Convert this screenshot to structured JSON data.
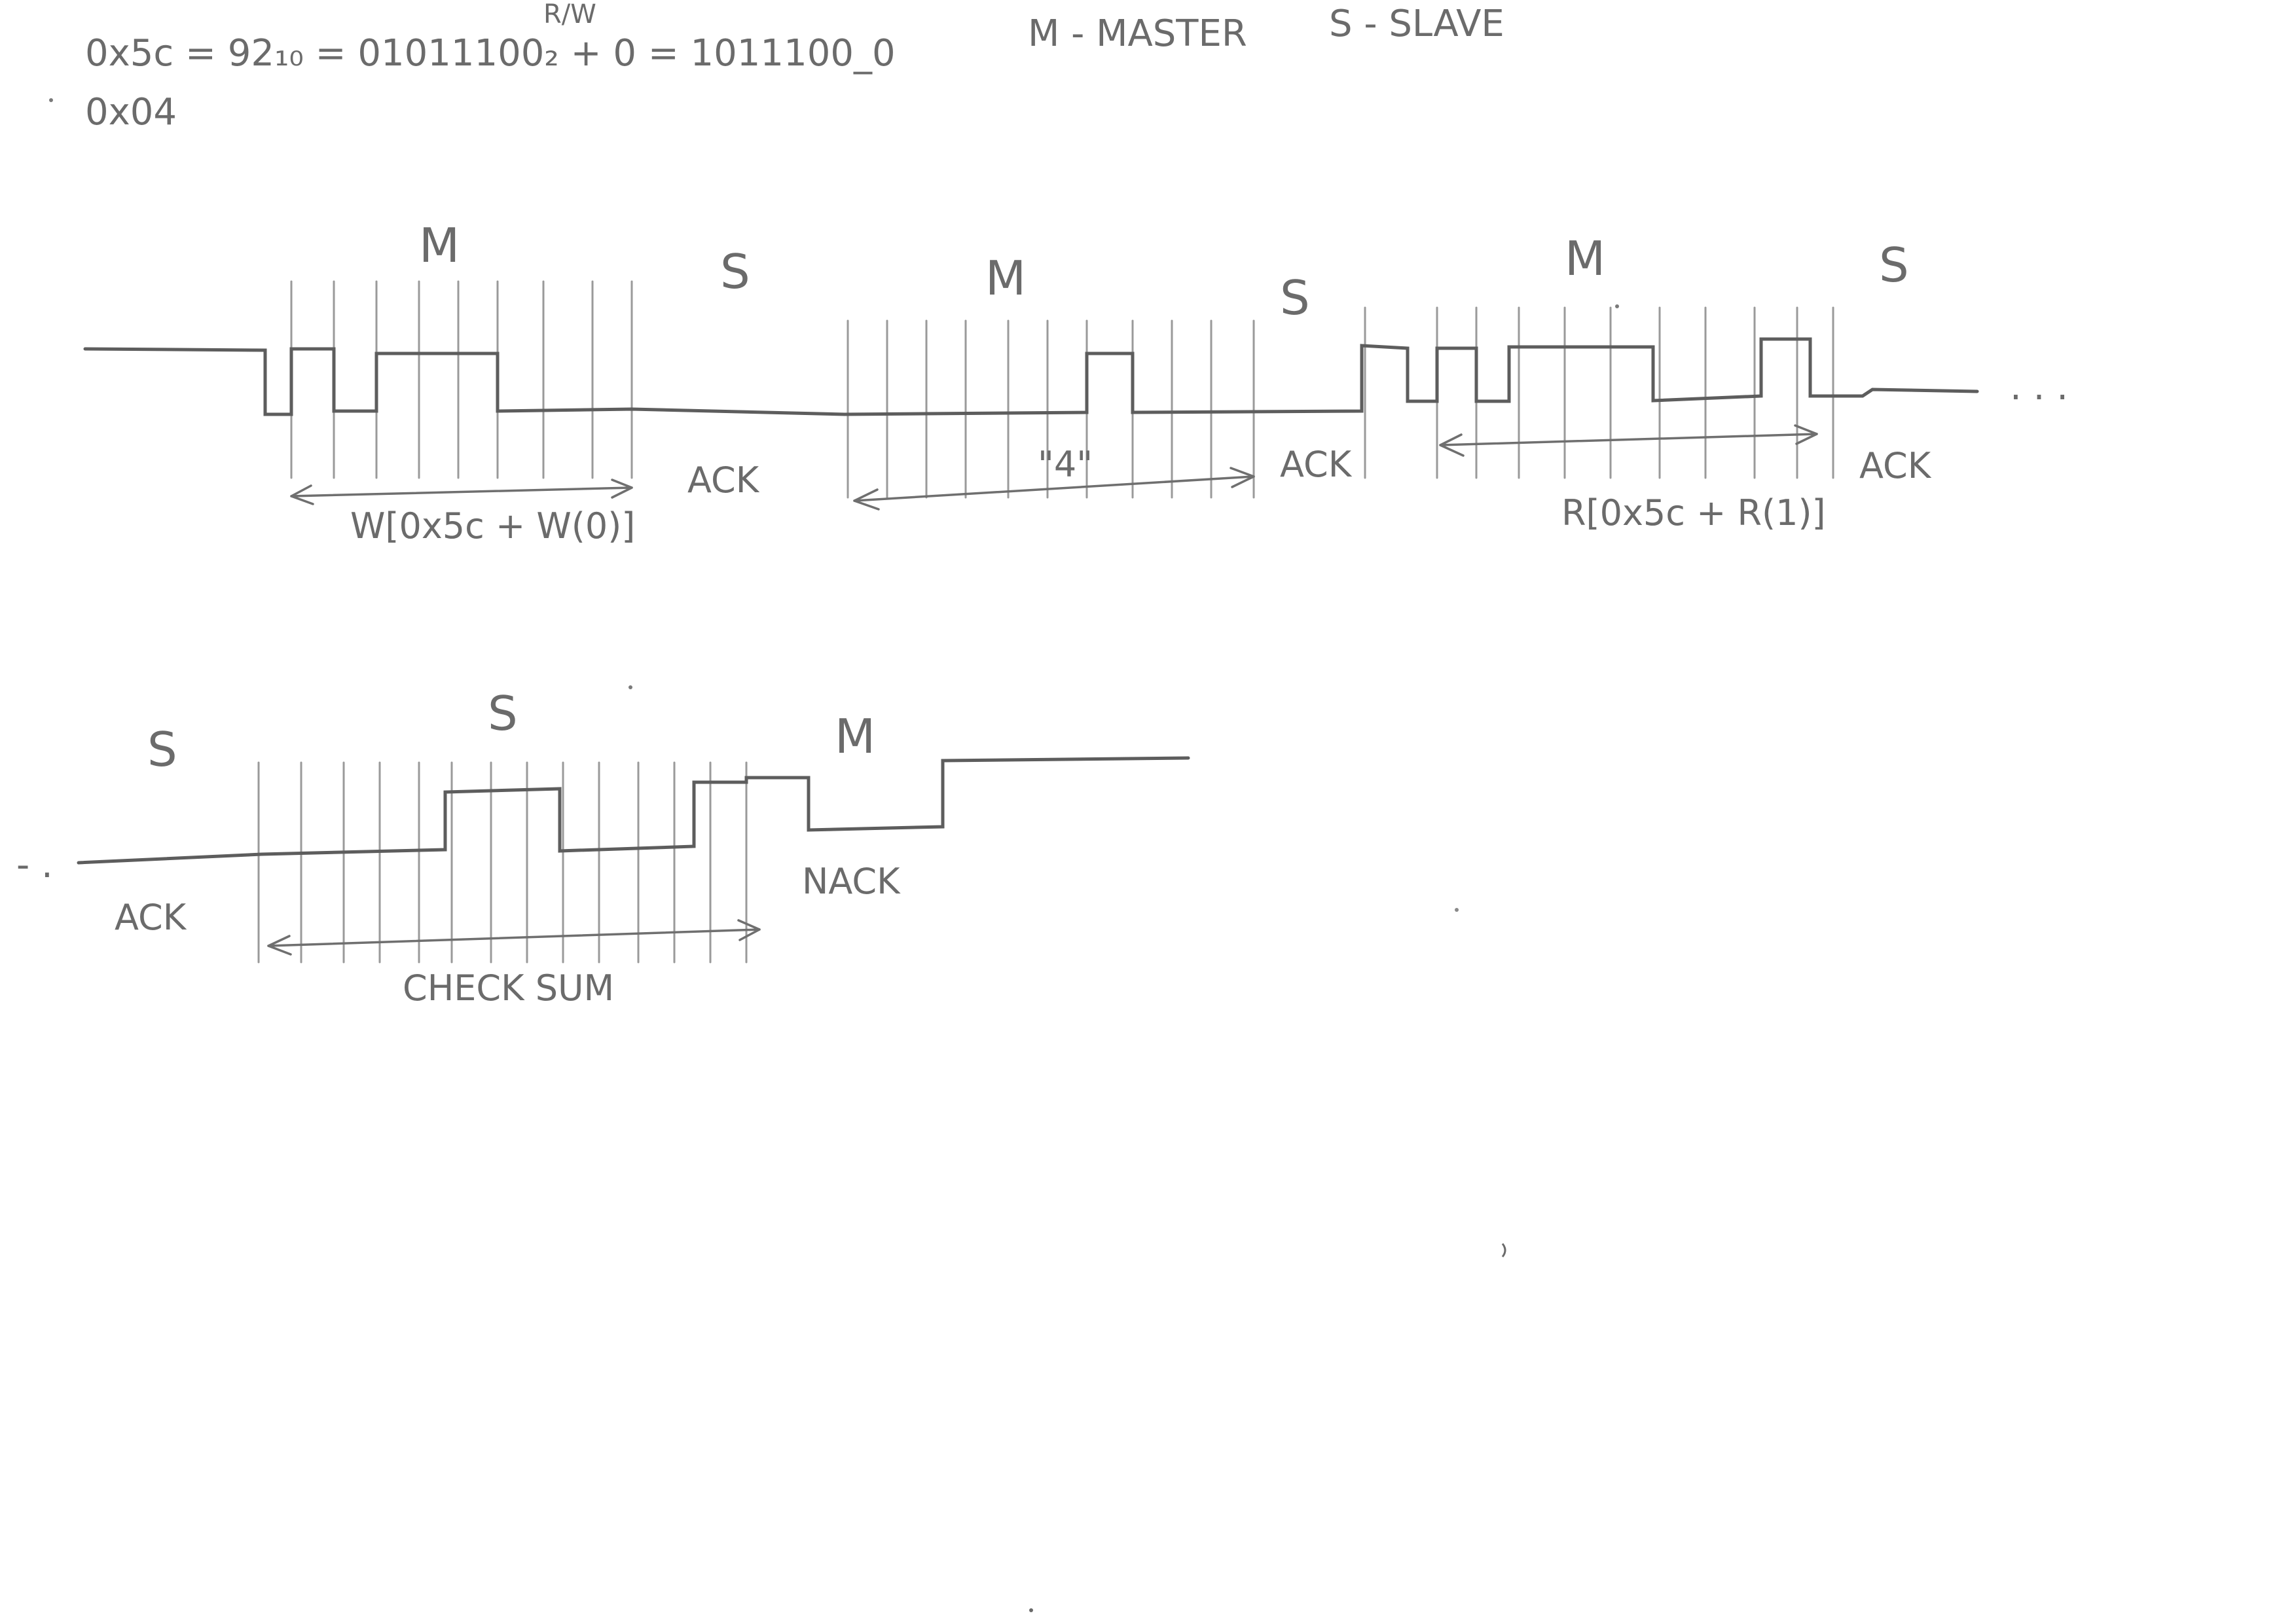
{
  "notes": {
    "conversion": "0x5c = 92₁₀ = 01011100₂ + 0 = 1011100_0",
    "rw_superscript": "R/W",
    "master_legend": "M - MASTER",
    "slave_legend": "S - SLAVE",
    "register": "0x04"
  },
  "row1": {
    "role_m1": "M",
    "role_s1": "S",
    "role_m2": "M",
    "role_s2": "S",
    "role_m3": "M",
    "role_s3": "S",
    "byte1_label": "W[0x5c + W(0)]",
    "ack1": "ACK",
    "byte2_label": "\"4\"",
    "ack2": "ACK",
    "byte3_label": "R[0x5c + R(1)]",
    "ack3": "ACK",
    "continuation": ". . ."
  },
  "row2": {
    "lead": "- .",
    "role_s_left": "S",
    "ack_left": "ACK",
    "role_s": "S",
    "role_m": "M",
    "checksum_label": "CHECK SUM",
    "nack": "NACK"
  },
  "colors": {
    "paper": "#ffffff",
    "pencil": "#5d5d5d",
    "grid": "#9a9a9a"
  }
}
